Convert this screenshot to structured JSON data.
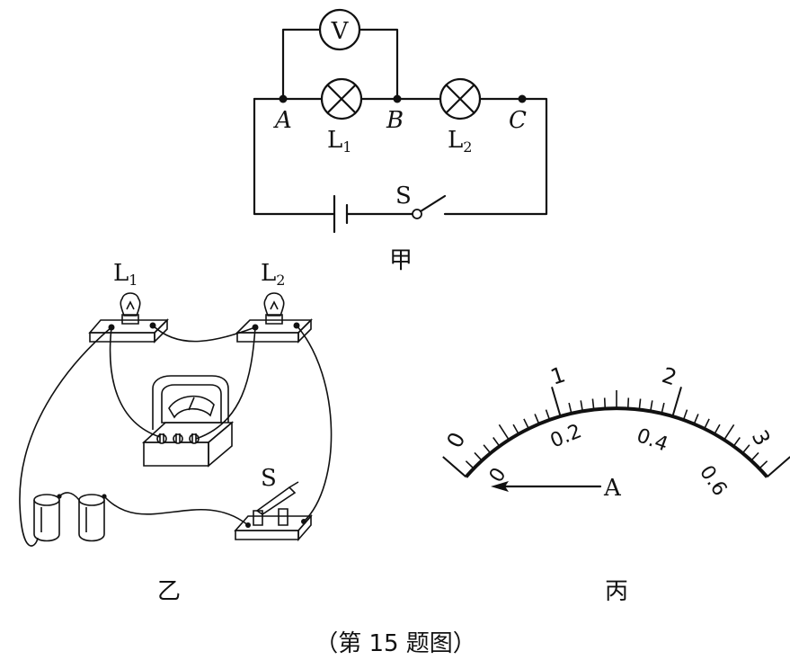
{
  "figure_a": {
    "caption": "甲",
    "meter": "V",
    "points": {
      "a": "A",
      "b": "B",
      "c": "C"
    },
    "lamp1": {
      "main": "L",
      "sub": "1"
    },
    "lamp2": {
      "main": "L",
      "sub": "2"
    },
    "switch": "S"
  },
  "figure_b": {
    "caption": "乙",
    "lamp1": {
      "main": "L",
      "sub": "1"
    },
    "lamp2": {
      "main": "L",
      "sub": "2"
    },
    "switch": "S"
  },
  "figure_c": {
    "caption": "丙",
    "unit": "A",
    "outer_scale": [
      "0",
      "1",
      "2",
      "3"
    ],
    "inner_scale": [
      "0",
      "0.2",
      "0.4",
      "0.6"
    ]
  },
  "footer": {
    "caption": "（第 15 题图）"
  }
}
